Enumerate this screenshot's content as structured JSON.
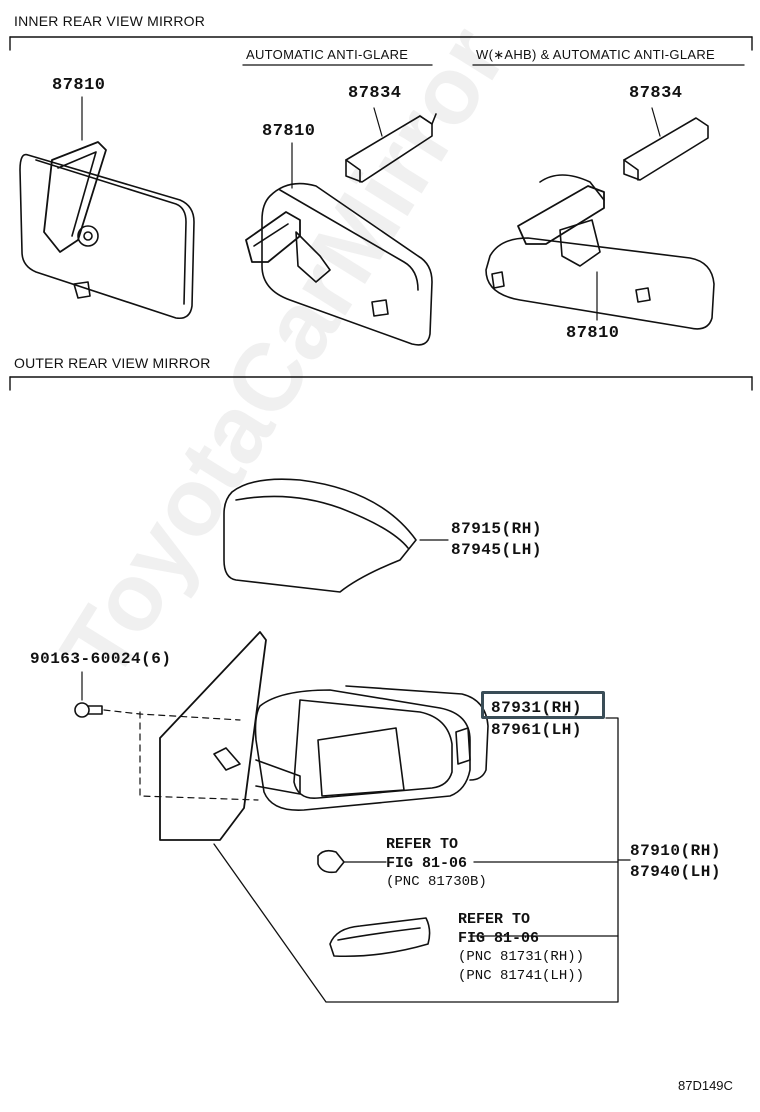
{
  "sections": {
    "inner_title": "INNER REAR VIEW MIRROR",
    "outer_title": "OUTER REAR VIEW MIRROR"
  },
  "subsections": {
    "auto_antiglare": "AUTOMATIC ANTI-GLARE",
    "ahb_antiglare": "W(∗AHB) & AUTOMATIC ANTI-GLARE"
  },
  "parts": {
    "inner_mirror_basic": "87810",
    "inner_mirror_auto": "87810",
    "cover_auto": "87834",
    "cover_ahb": "87834",
    "inner_mirror_ahb": "87810",
    "outer_cover_rh": "87915(RH)",
    "outer_cover_lh": "87945(LH)",
    "screw": "90163-60024(6)",
    "mirror_sub_rh": "87931(RH)",
    "mirror_sub_lh": "87961(LH)",
    "outer_mirror_rh": "87910(RH)",
    "outer_mirror_lh": "87940(LH)"
  },
  "references": {
    "ref1_line1": "REFER TO",
    "ref1_line2": "FIG 81-06",
    "ref1_pnc": "(PNC 81730B)",
    "ref2_line1": "REFER TO",
    "ref2_line2": "FIG 81-06",
    "ref2_pnc_rh": "(PNC 81731(RH))",
    "ref2_pnc_lh": "(PNC 81741(LH))"
  },
  "watermark": "ToyotaCarMirror",
  "diagram_id": "87D149C",
  "highlight_color": "#3a4d57"
}
